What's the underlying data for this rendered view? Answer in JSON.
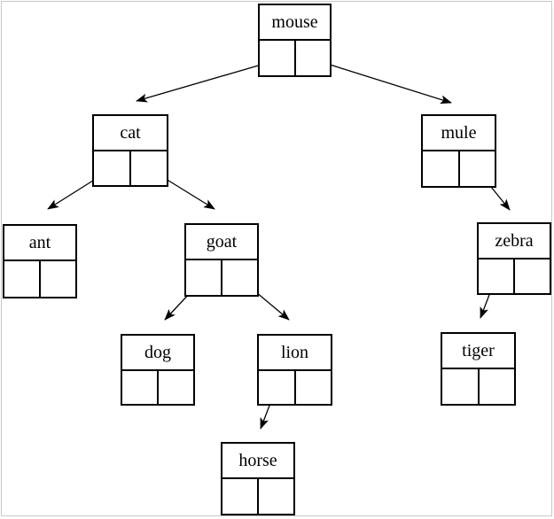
{
  "diagram": {
    "type": "binary-tree-linked-node-diagram",
    "background_color": "#ffffff",
    "line_color": "#000000",
    "frame_color": "#c9c9c9"
  },
  "nodes": {
    "mouse": {
      "label": "mouse"
    },
    "cat": {
      "label": "cat"
    },
    "mule": {
      "label": "mule"
    },
    "ant": {
      "label": "ant"
    },
    "goat": {
      "label": "goat"
    },
    "zebra": {
      "label": "zebra"
    },
    "dog": {
      "label": "dog"
    },
    "lion": {
      "label": "lion"
    },
    "tiger": {
      "label": "tiger"
    },
    "horse": {
      "label": "horse"
    }
  },
  "edges": [
    {
      "from": "mouse",
      "slot": "left",
      "to": "cat"
    },
    {
      "from": "mouse",
      "slot": "right",
      "to": "mule"
    },
    {
      "from": "cat",
      "slot": "left",
      "to": "ant"
    },
    {
      "from": "cat",
      "slot": "right",
      "to": "goat"
    },
    {
      "from": "goat",
      "slot": "left",
      "to": "dog"
    },
    {
      "from": "goat",
      "slot": "right",
      "to": "lion"
    },
    {
      "from": "lion",
      "slot": "left",
      "to": "horse"
    },
    {
      "from": "mule",
      "slot": "right",
      "to": "zebra"
    },
    {
      "from": "zebra",
      "slot": "left",
      "to": "tiger"
    }
  ]
}
